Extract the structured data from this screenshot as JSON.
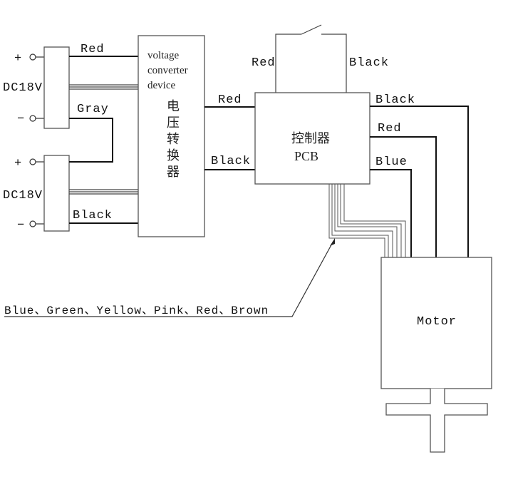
{
  "battery_top": {
    "plus": "+",
    "minus": "−",
    "voltage": "DC18V",
    "wire_top_label": "Red",
    "wire_bottom_label": "Gray"
  },
  "battery_bottom": {
    "plus": "+",
    "minus": "−",
    "voltage": "DC18V",
    "wire_bottom_label": "Black"
  },
  "converter": {
    "title_lines": [
      "voltage",
      "converter",
      "device"
    ],
    "cjk_chars": [
      "电",
      "压",
      "转",
      "换",
      "器"
    ],
    "out_top_label": "Red",
    "out_bottom_label": "Black"
  },
  "switch": {
    "left_label": "Red",
    "right_label": "Black"
  },
  "controller": {
    "cjk_label": "控制器",
    "label": "PCB",
    "out_labels": [
      "Black",
      "Red",
      "Blue"
    ]
  },
  "ribbon_callout": "Blue、Green、Yellow、Pink、Red、Brown",
  "motor": {
    "label": "Motor"
  }
}
